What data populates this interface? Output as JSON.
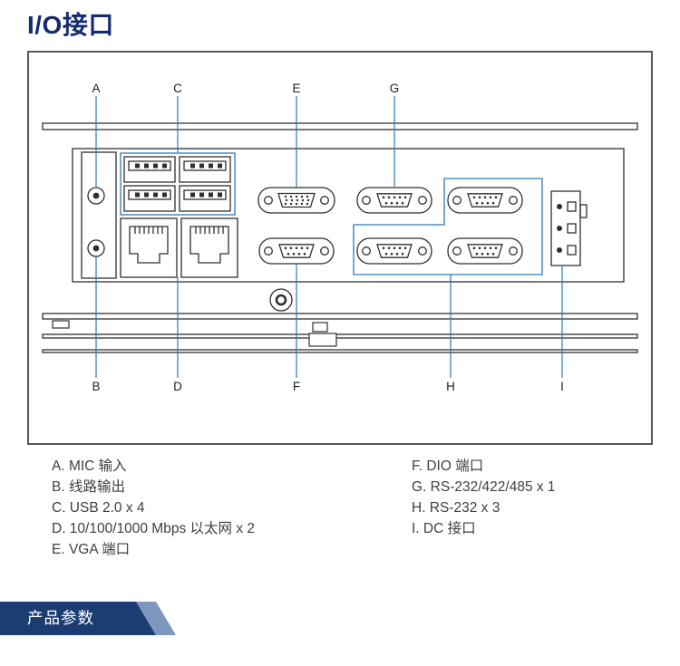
{
  "page": {
    "title": "I/O接口",
    "banner": "产品参数"
  },
  "diagram": {
    "top_labels": [
      "A",
      "C",
      "E",
      "G"
    ],
    "bottom_labels": [
      "B",
      "D",
      "F",
      "H",
      "I"
    ]
  },
  "legend": {
    "left_column": [
      "A. MIC 输入",
      "B. 线路输出",
      "C. USB 2.0 x 4",
      "D. 10/100/1000 Mbps 以太网 x 2",
      "E. VGA 端口"
    ],
    "right_column": [
      "F. DIO 端口",
      "G. RS-232/422/485 x 1",
      "H. RS-232 x 3",
      "I. DC 接口"
    ]
  },
  "colors": {
    "title_navy": "#172a70",
    "diagram_line_blue": "#2b7ab8",
    "drawing_stroke": "#2f2f2f",
    "legend_text": "#404040",
    "banner_navy": "#1c3d72",
    "banner_accent": "#7d97bd"
  }
}
